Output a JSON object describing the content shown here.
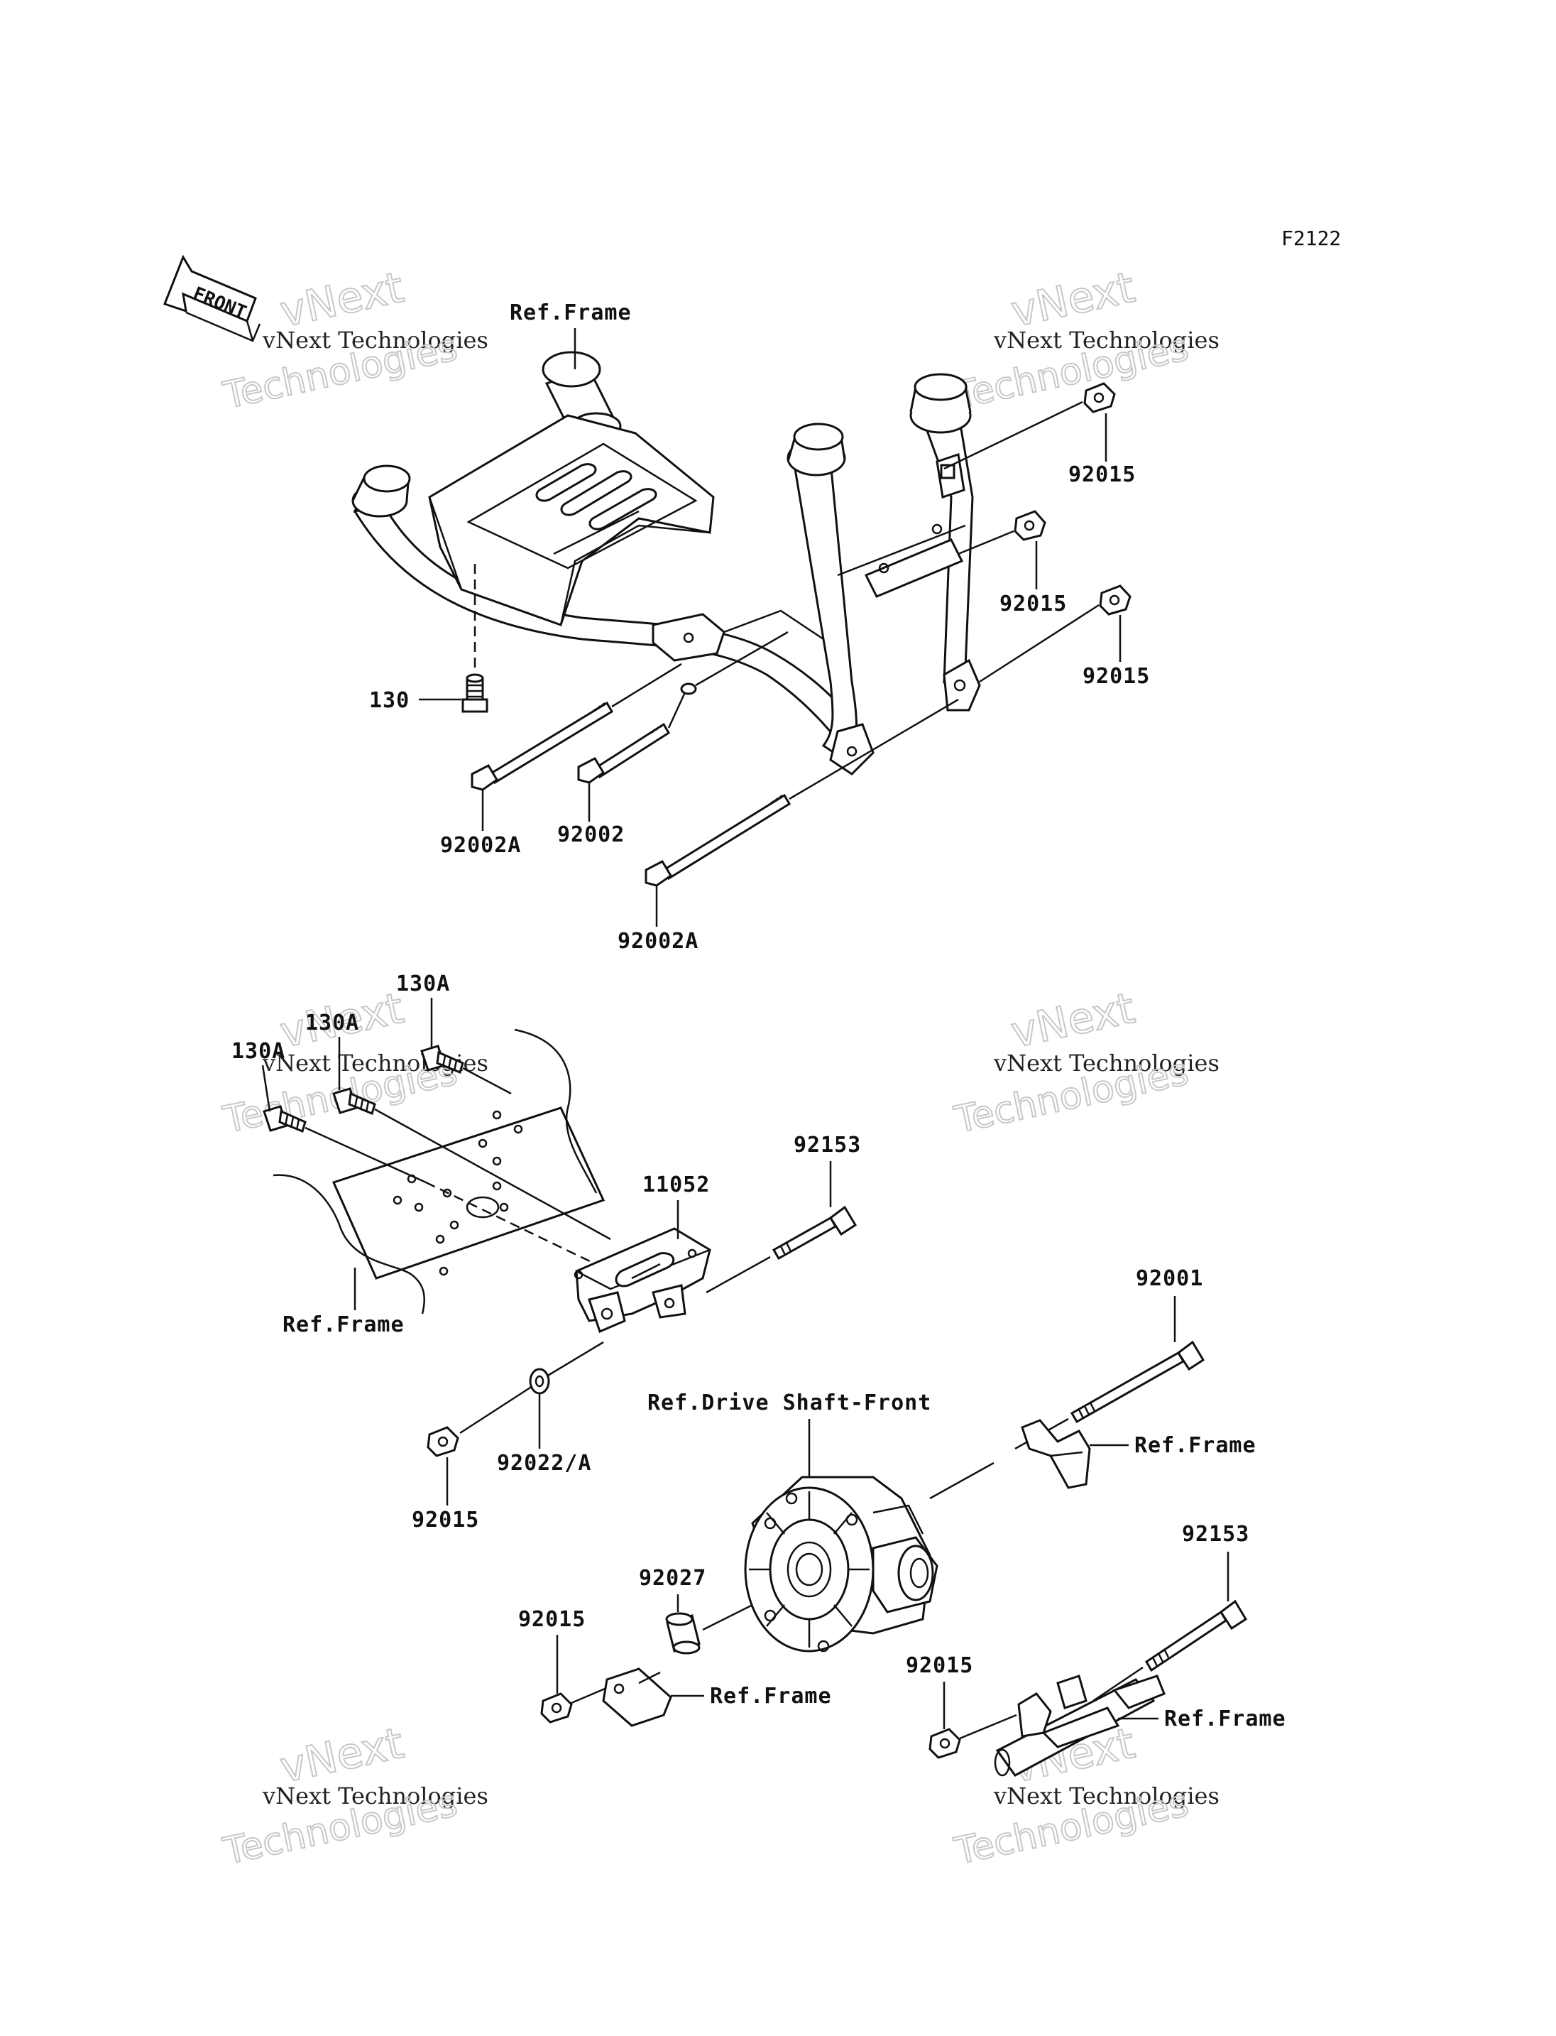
{
  "diagram_code": "F2122",
  "front_label": "FRONT",
  "watermark": {
    "brand": "vNext",
    "company": "vNext Technologies",
    "word": "Technologies"
  },
  "labels": {
    "ref_frame": "Ref.Frame",
    "ref_drive_shaft_front": "Ref.Drive Shaft-Front",
    "p92015": "92015",
    "p130": "130",
    "p130A": "130A",
    "p92002": "92002",
    "p92002A": "92002A",
    "p92153": "92153",
    "p11052": "11052",
    "p92001": "92001",
    "p92022A": "92022/A",
    "p92027": "92027"
  }
}
